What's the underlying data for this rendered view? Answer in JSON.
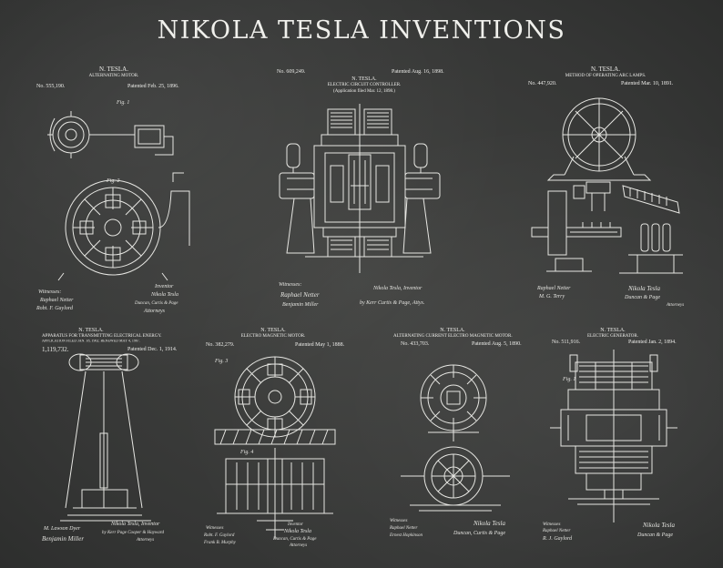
{
  "title": "NIKOLA TESLA INVENTIONS",
  "patents": [
    {
      "inventor": "N. TESLA.",
      "subtitle": "ALTERNATING MOTOR.",
      "number": "No. 555,190.",
      "date": "Patented Feb. 25, 1896.",
      "fig1": "Fig. 1",
      "fig2": "Fig. 2",
      "witnesses": "Witnesses:",
      "sig_left": [
        "Raphael Netter",
        "Robt. F. Gaylord"
      ],
      "inventor_label": "Inventor",
      "sig_right": [
        "Nikola Tesla",
        "Duncan, Curtis & Page",
        "Attorneys"
      ]
    },
    {
      "number": "No. 609,249.",
      "date": "Patented Aug. 16, 1898.",
      "inventor": "N. TESLA.",
      "subtitle": "ELECTRIC CIRCUIT CONTROLLER.",
      "application": "(Application filed Mar. 12, 1898.)",
      "witnesses": "Witnesses:",
      "sig_left": [
        "Raphael Netter",
        "Benjamin Miller"
      ],
      "inventor_label": "Nikola Tesla, Inventor",
      "sig_right": "by Kerr Curtis & Page, Attys."
    },
    {
      "inventor": "N. TESLA.",
      "subtitle": "METHOD OF OPERATING ARC LAMPS.",
      "number": "No. 447,920.",
      "date": "Patented Mar. 10, 1891.",
      "sig_left": [
        "Raphael Netter",
        "M. G. Terry"
      ],
      "sig_right": [
        "Nikola Tesla",
        "Duncan & Page",
        "Attorneys"
      ]
    },
    {
      "inventor": "N. TESLA.",
      "subtitle": "APPARATUS FOR TRANSMITTING ELECTRICAL ENERGY.",
      "application": "APPLICATION FILED JAN. 18, 1902. RENEWED MAY 4, 1907.",
      "number": "1,119,732.",
      "date": "Patented Dec. 1, 1914.",
      "sig_left": [
        "M. Lawson Dyer",
        "Benjamin Miller"
      ],
      "sig_right": [
        "Nikola Tesla, Inventor",
        "by Kerr Page Cooper & Hayward",
        "Attorneys"
      ]
    },
    {
      "inventor": "N. TESLA.",
      "subtitle": "ELECTRO MAGNETIC MOTOR.",
      "number": "No. 382,279.",
      "date": "Patented May 1, 1888.",
      "fig3": "Fig. 3",
      "fig4": "Fig. 4",
      "sig_left": [
        "Witnesses",
        "Robt. F. Gaylord",
        "Frank B. Murphy"
      ],
      "sig_right": [
        "Inventor",
        "Nikola Tesla",
        "Duncan, Curtis & Page",
        "Attorneys"
      ]
    },
    {
      "inventor": "N. TESLA.",
      "subtitle": "ALTERNATING CURRENT ELECTRO MAGNETIC MOTOR.",
      "number": "No. 433,703.",
      "date": "Patented Aug. 5, 1890.",
      "sig_left": [
        "Witnesses",
        "Raphael Netter",
        "Ernest Hopkinson"
      ],
      "sig_right": [
        "Nikola Tesla",
        "Duncan, Curtis & Page"
      ]
    },
    {
      "inventor": "N. TESLA.",
      "subtitle": "ELECTRIC GENERATOR.",
      "number": "No. 511,916.",
      "date": "Patented Jan. 2, 1894.",
      "fig1": "Fig. 1",
      "sig_left": [
        "Witnesses",
        "Raphael Netter",
        "R. J. Gaylord"
      ],
      "sig_right": [
        "Nikola Tesla",
        "Duncan & Page"
      ]
    }
  ]
}
